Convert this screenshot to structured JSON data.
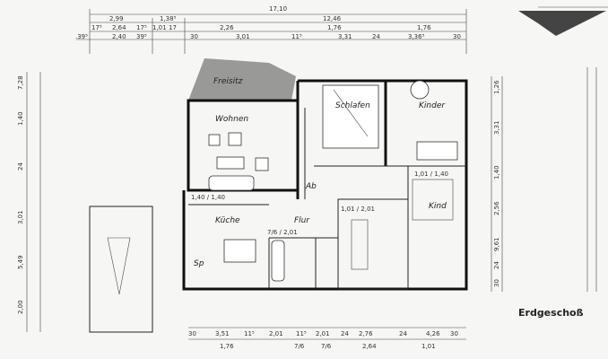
{
  "drawing": {
    "title": "Erdgeschoß",
    "rooms": {
      "freisitz": "Freisitz",
      "wohnen": "Wohnen",
      "schlafen": "Schlafen",
      "kinder": "Kinder",
      "kind": "Kind",
      "kueche": "Küche",
      "flur": "Flur",
      "abstell": "Ab",
      "speis": "Sp"
    },
    "dimensions": {
      "top_total": "17,10",
      "top_row2": [
        "2,99",
        "1,38⁵",
        "12,46"
      ],
      "top_row3": [
        "17⁵",
        "2,64",
        "17⁵",
        "1,01",
        "17",
        "2,26",
        "1,76",
        "1,76"
      ],
      "top_row4": [
        ".39⁵",
        "2,40",
        "39⁵",
        "30",
        "3,01",
        "11⁵",
        "3,31",
        "24",
        "3,36⁵",
        "30"
      ],
      "bottom_row1": [
        "30",
        "3,51",
        "11⁵",
        "2,01",
        "11⁵",
        "2,01",
        "24",
        "2,76",
        "24",
        "4,26",
        "30"
      ],
      "bottom_row2": [
        "1,76",
        "7/6",
        "7/6",
        "2,64",
        "1,01"
      ],
      "door_labels": [
        "1,01 / 2,01",
        "7/6 / 2,01",
        "1,01 / 1,40",
        "1,40 / 1,40"
      ],
      "right": [
        "1,26",
        "3,31",
        "1,40",
        "2,56",
        "9,61",
        "24",
        "30"
      ],
      "left": [
        "7,28",
        "1,40",
        "24",
        "3,01",
        "5,49",
        "2,00"
      ]
    }
  }
}
